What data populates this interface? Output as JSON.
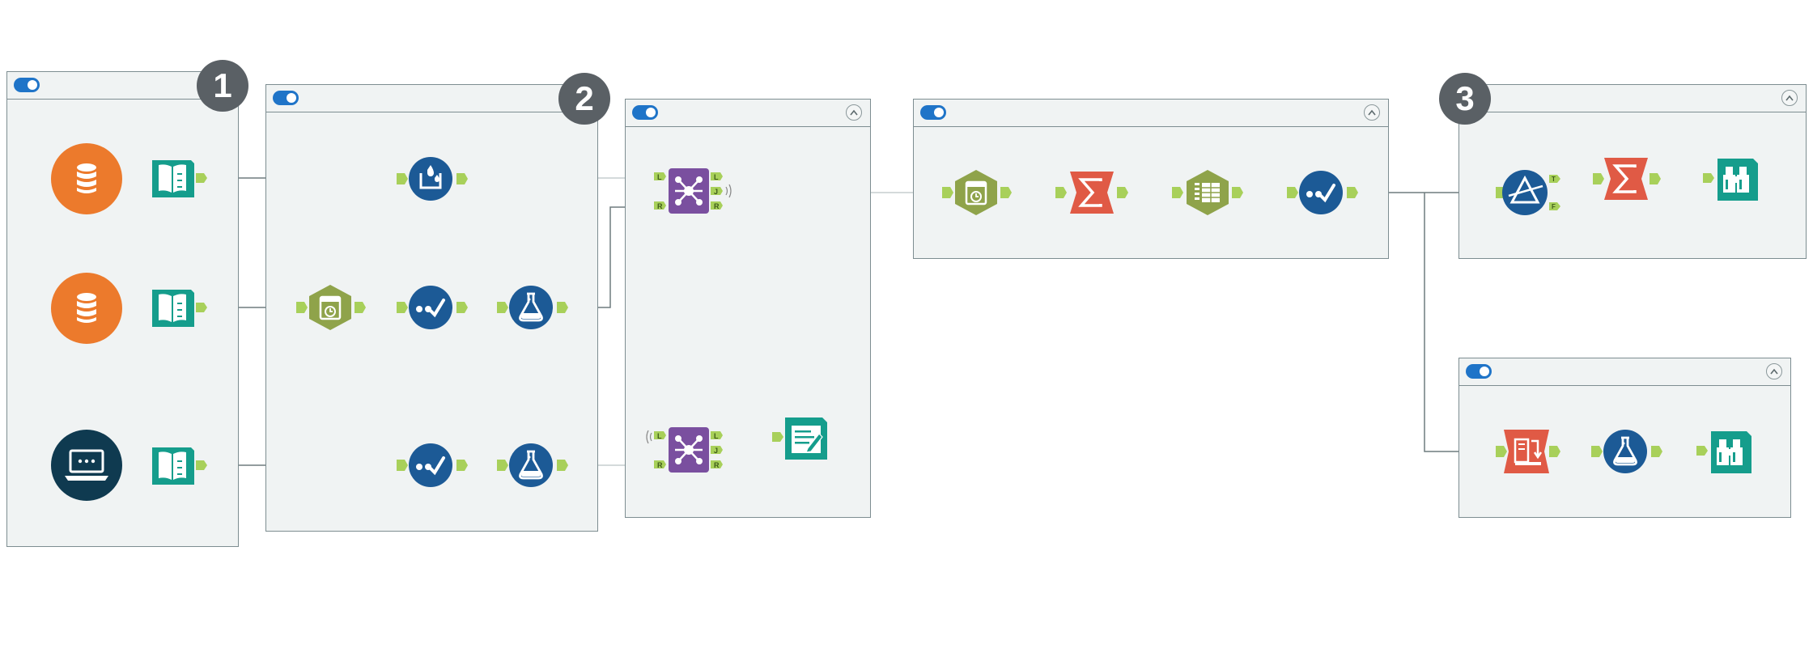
{
  "badges": {
    "b1": "1",
    "b2": "2",
    "b3": "3"
  },
  "anchor_labels": {
    "left": "L",
    "join": "J",
    "right": "R",
    "true": "T",
    "false": "F"
  },
  "icons": [
    "database-icon",
    "book-icon",
    "computer-icon",
    "water-drop-icon",
    "datetime-icon",
    "check-icon",
    "flask-icon",
    "join-icon",
    "sigma-icon",
    "table-icon",
    "filter-triangle-icon",
    "binoculars-icon",
    "report-icon",
    "transpose-icon"
  ],
  "colors": {
    "container_bg": "#f0f3f3",
    "container_border": "#7d8d91",
    "toggle": "#1f74c8",
    "orange": "#ec7a2c",
    "teal": "#159d8c",
    "navy": "#1c5a96",
    "olive": "#8fa34a",
    "purple": "#7a4f9f",
    "coral": "#e05a45",
    "anchor": "#a8d05a",
    "badge": "#5a6065"
  }
}
